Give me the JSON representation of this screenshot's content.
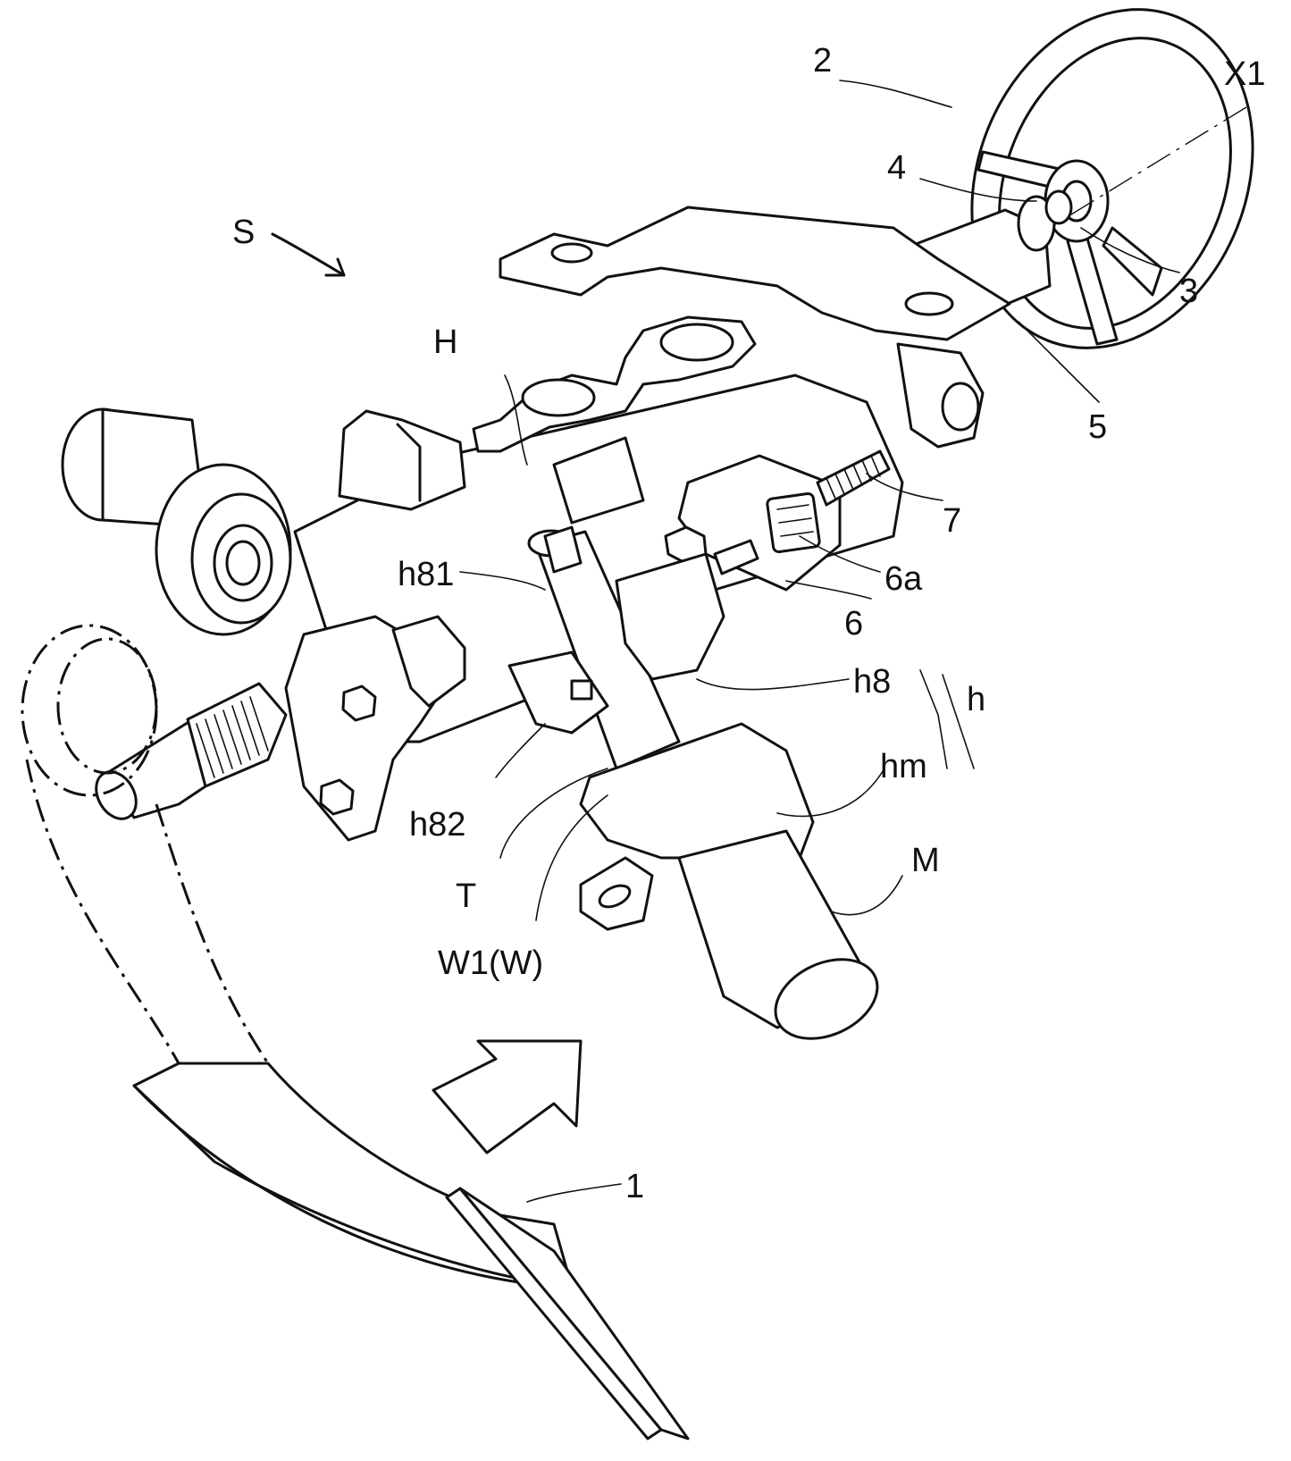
{
  "figure": {
    "labels": {
      "wheel": "2",
      "axis": "X1",
      "column_end": "4",
      "shaft": "3",
      "column_tube": "5",
      "system": "S",
      "housing": "H",
      "screw": "7",
      "sensor_window": "6a",
      "sensor": "6",
      "h81": "h81",
      "h8": "h8",
      "h": "h",
      "hm": "hm",
      "h82": "h82",
      "motor": "M",
      "T": "T",
      "W1": "W1(W)",
      "pedal": "1"
    }
  }
}
